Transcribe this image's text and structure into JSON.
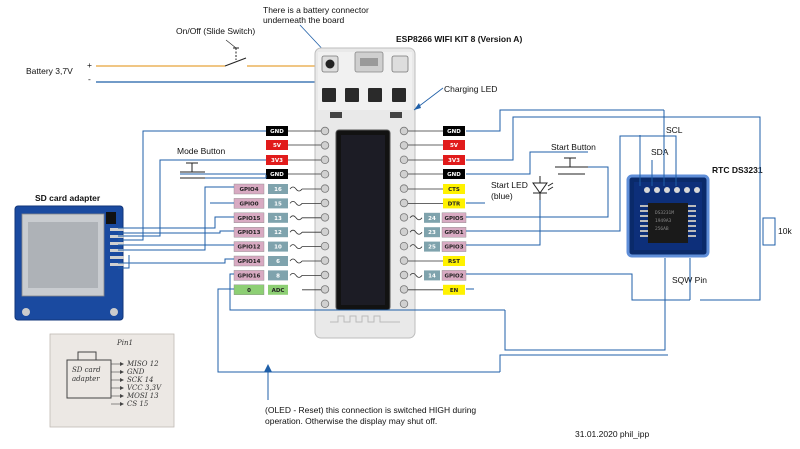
{
  "labels": {
    "battery_note": "There is a battery connector\nunderneath the board",
    "switch": "On/Off (Slide Switch)",
    "board_title": "ESP8266 WIFI KIT 8 (Version A)",
    "battery": "Battery 3,7V",
    "plus": "+",
    "minus": "-",
    "charging_led": "Charging LED",
    "mode_button": "Mode Button",
    "start_button": "Start Button",
    "scl": "SCL",
    "sda": "SDA",
    "rtc": "RTC DS3231",
    "sd_adapter": "SD card adapter",
    "start_led": "Start LED\n(blue)",
    "resistor": "10k",
    "sqw": "SQW Pin",
    "oled_note": "(OLED - Reset) this connection is switched HIGH during\noperation. Otherwise the display may shut off.",
    "date_author": "31.01.2020 phil_ipp",
    "rtc_chip_text": "DS3231M\n1949A3\n256AB"
  },
  "left_header": [
    {
      "tag": "GND",
      "color": "#000000",
      "text_color": "#ffffff"
    },
    {
      "tag": "5V",
      "color": "#e11b1b",
      "text_color": "#ffffff"
    },
    {
      "tag": "3V3",
      "color": "#e11b1b",
      "text_color": "#ffffff"
    },
    {
      "tag": "GND",
      "color": "#000000",
      "text_color": "#ffffff"
    }
  ],
  "left_gpio": [
    {
      "gpio": "GPIO4",
      "num": "16"
    },
    {
      "gpio": "GPIO0",
      "num": "15"
    },
    {
      "gpio": "GPIO15",
      "num": "13"
    },
    {
      "gpio": "GPIO13",
      "num": "12"
    },
    {
      "gpio": "GPIO12",
      "num": "10"
    },
    {
      "gpio": "GPIO14",
      "num": "6"
    },
    {
      "gpio": "GPIO16",
      "num": "8"
    },
    {
      "gpio": "0",
      "num": "ADC"
    }
  ],
  "right_header": [
    {
      "tag": "GND",
      "color": "#000000",
      "text_color": "#ffffff"
    },
    {
      "tag": "5V",
      "color": "#e11b1b",
      "text_color": "#ffffff"
    },
    {
      "tag": "3V3",
      "color": "#e11b1b",
      "text_color": "#ffffff"
    },
    {
      "tag": "GND",
      "color": "#000000",
      "text_color": "#ffffff"
    }
  ],
  "right_pins": [
    {
      "num": "",
      "tag": "CTS",
      "yellow": true
    },
    {
      "num": "",
      "tag": "DTR",
      "yellow": true
    },
    {
      "num": "24",
      "tag": "GPIO5",
      "yellow": false
    },
    {
      "num": "23",
      "tag": "GPIO1",
      "yellow": false
    },
    {
      "num": "25",
      "tag": "GPIO3",
      "yellow": false
    },
    {
      "num": "",
      "tag": "RST",
      "yellow": true
    },
    {
      "num": "14",
      "tag": "GPIO2",
      "yellow": false
    },
    {
      "num": "",
      "tag": "EN",
      "yellow": true
    }
  ],
  "sketch_lines": [
    "MISO 12",
    "GND",
    "SCK 14",
    "VCC 3,3V",
    "MOSI 13",
    "CS 15"
  ],
  "sketch_title": "SD card\nadapter",
  "sketch_pin": "Pin1",
  "colors": {
    "wire": "#1f5fa8",
    "battery_plus": "#e8a33a",
    "pin_gray_bg": "#7fa3ad",
    "pin_pink_bg": "#d8aac2",
    "pin_green_bg": "#8dcf74",
    "pin_yellow_bg": "#fff200"
  }
}
